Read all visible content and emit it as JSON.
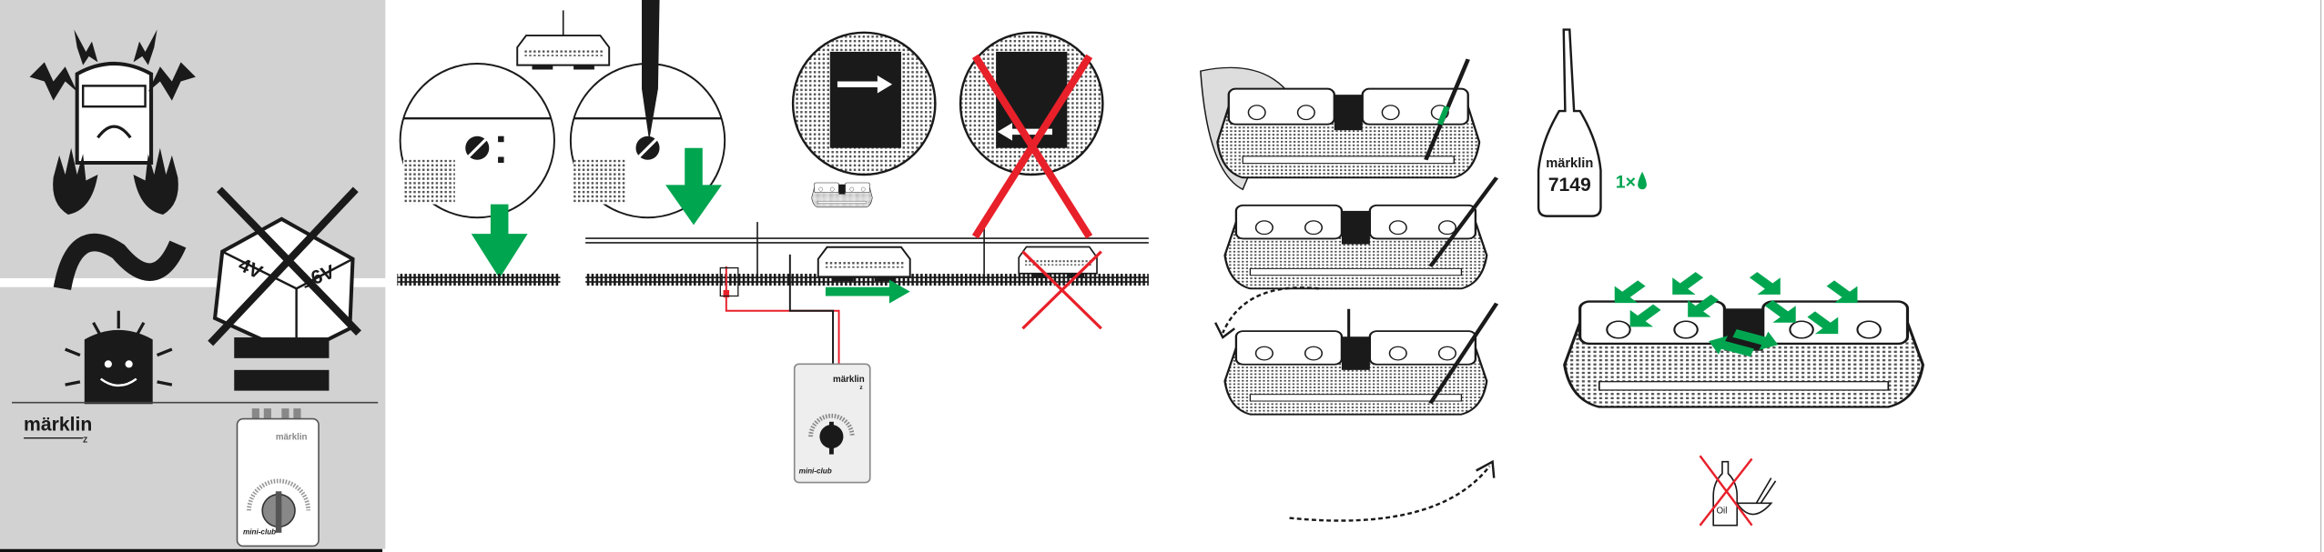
{
  "colors": {
    "panel": "#d2d2d2",
    "accent_green": "#00a550",
    "warning_red": "#e8202a",
    "ink": "#1a1a1a"
  },
  "left_panel": {
    "transformer_label_left": "4V",
    "transformer_label_right": "16V",
    "brand_logo": "märklin",
    "brand_scale": "Z",
    "controller_logo": "märklin",
    "controller_name": "mini-club"
  },
  "middle": {
    "controller_logo": "märklin",
    "controller_scale": "z",
    "controller_name": "mini-club"
  },
  "lubrication": {
    "bottle_brand": "märklin",
    "bottle_number": "7149",
    "dose_label": "1×",
    "no_oil_label": "Oil"
  }
}
